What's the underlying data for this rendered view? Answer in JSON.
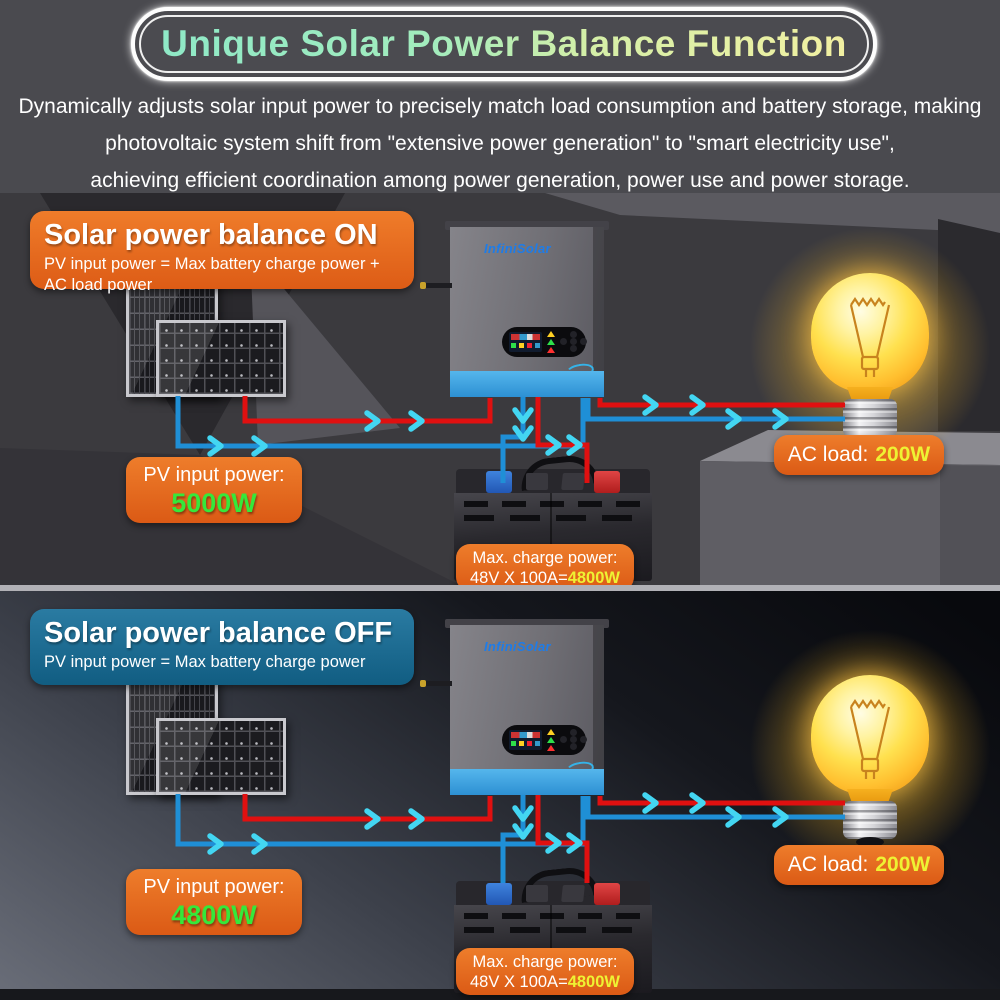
{
  "banner": {
    "title": "Unique Solar Power Balance Function"
  },
  "intro": {
    "line1": "Dynamically adjusts solar input power to precisely match load consumption and battery storage, making",
    "line2": "photovoltaic system shift from \"extensive power generation\" to \"smart electricity use\",",
    "line3": "achieving efficient coordination among power generation, power use and power storage."
  },
  "inverter_brand": "InfiniSolar",
  "scene_on": {
    "title": "Solar power balance ON",
    "subtitle": "PV input power = Max battery charge power + AC load power",
    "pv_label": "PV input power:",
    "pv_value": "5000W",
    "ac_label": "AC load:",
    "ac_value": "200W",
    "charge_label": "Max. charge power:",
    "charge_formula": "48V X 100A=",
    "charge_value": "4800W"
  },
  "scene_off": {
    "title": "Solar power balance OFF",
    "subtitle": "PV input power = Max battery charge power",
    "pv_label": "PV input power:",
    "pv_value": "4800W",
    "ac_label": "AC load:",
    "ac_value": "200W",
    "charge_label": "Max. charge power:",
    "charge_formula": "48V X 100A=",
    "charge_value": "4800W"
  },
  "colors": {
    "accent_orange": "#e2611c",
    "teal_header": "#1a6d91",
    "value_green": "#35e83a",
    "value_yellow": "#eef233",
    "wire_red": "#e01010",
    "wire_blue": "#1f8fd6",
    "arrow_cyan": "#43d6f2",
    "bulb_yellow": "#ffc531",
    "banner_gradient_start": "#8fe9c7",
    "banner_gradient_end": "#f2f0a2"
  }
}
